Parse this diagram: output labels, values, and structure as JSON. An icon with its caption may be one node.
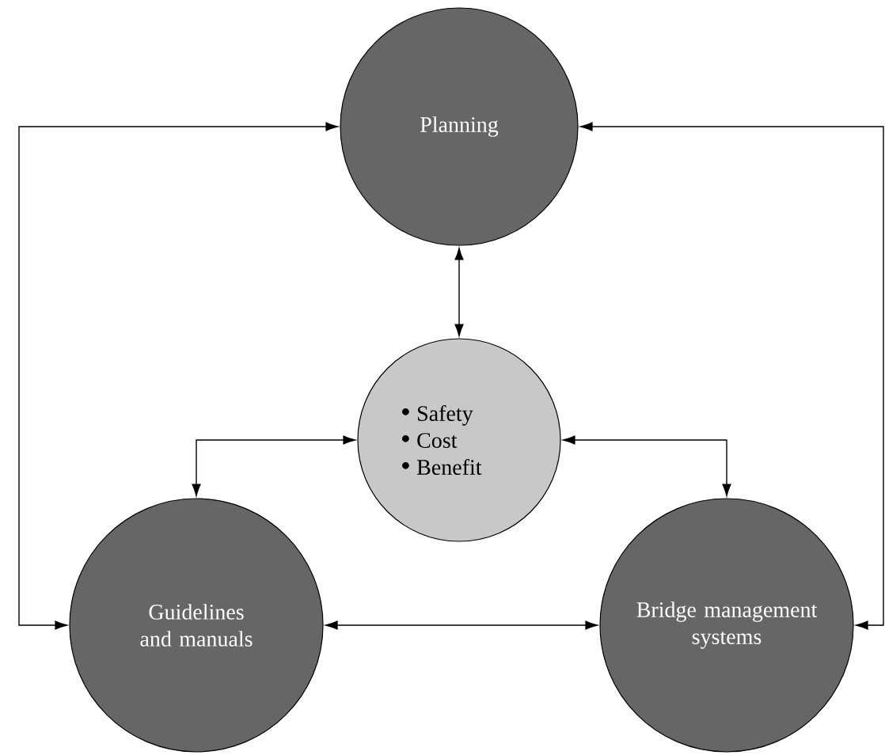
{
  "diagram": {
    "nodes": [
      {
        "text": [
          "Planning"
        ]
      },
      {
        "text": [
          "Safety",
          "Cost",
          "Benefit"
        ]
      },
      {
        "text": [
          "Guidelines and manuals"
        ]
      },
      {
        "text": [
          "Bridge management systems"
        ]
      }
    ],
    "edges": [
      {
        "from": 0,
        "to": 1,
        "arrow": "both"
      },
      {
        "from": 1,
        "to": 2,
        "arrow": "both"
      },
      {
        "from": 1,
        "to": 3,
        "arrow": "both"
      },
      {
        "from": 2,
        "to": 3,
        "arrow": "both"
      },
      {
        "from": 2,
        "to": 0,
        "arrow": "both"
      },
      {
        "from": 3,
        "to": 0,
        "arrow": "both"
      }
    ]
  }
}
